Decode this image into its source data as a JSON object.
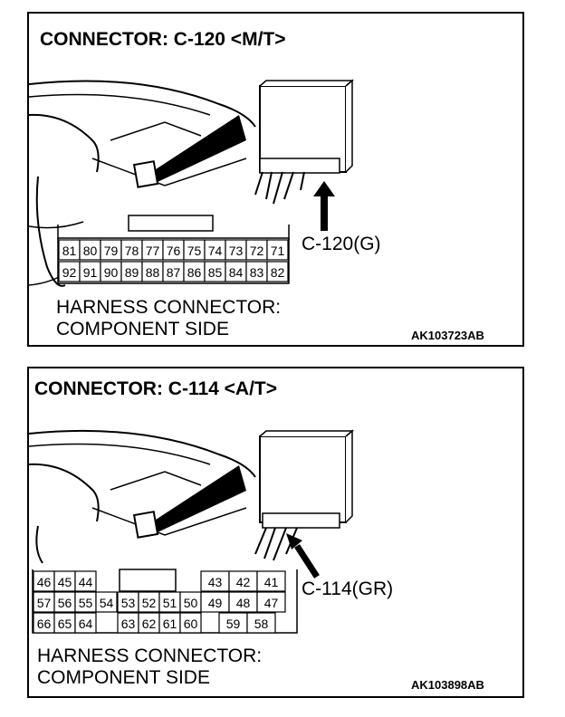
{
  "panels": [
    {
      "title": "CONNECTOR: C-120 <M/T>",
      "connector_label": "C-120(G)",
      "caption_line1": "HARNESS CONNECTOR:",
      "caption_line2": "COMPONENT SIDE",
      "code": "AK103723AB",
      "pins_top": [
        "81",
        "80",
        "79",
        "78",
        "77",
        "76",
        "75",
        "74",
        "73",
        "72",
        "71"
      ],
      "pins_bottom": [
        "92",
        "91",
        "90",
        "89",
        "88",
        "87",
        "86",
        "85",
        "84",
        "83",
        "82"
      ]
    },
    {
      "title": "CONNECTOR: C-114 <A/T>",
      "connector_label": "C-114(GR)",
      "caption_line1": "HARNESS CONNECTOR:",
      "caption_line2": "COMPONENT SIDE",
      "code": "AK103898AB",
      "pins_left_row1": [
        "46",
        "45",
        "44"
      ],
      "pins_left_row2": [
        "57",
        "56",
        "55",
        "54"
      ],
      "pins_left_row3": [
        "66",
        "65",
        "64"
      ],
      "pins_mid_row2": [
        "53",
        "52",
        "51",
        "50"
      ],
      "pins_mid_row3": [
        "63",
        "62",
        "61",
        "60"
      ],
      "pins_right_row1": [
        "43",
        "42",
        "41"
      ],
      "pins_right_row2": [
        "49",
        "48",
        "47"
      ],
      "pins_right_row3": [
        "59",
        "58"
      ]
    }
  ]
}
